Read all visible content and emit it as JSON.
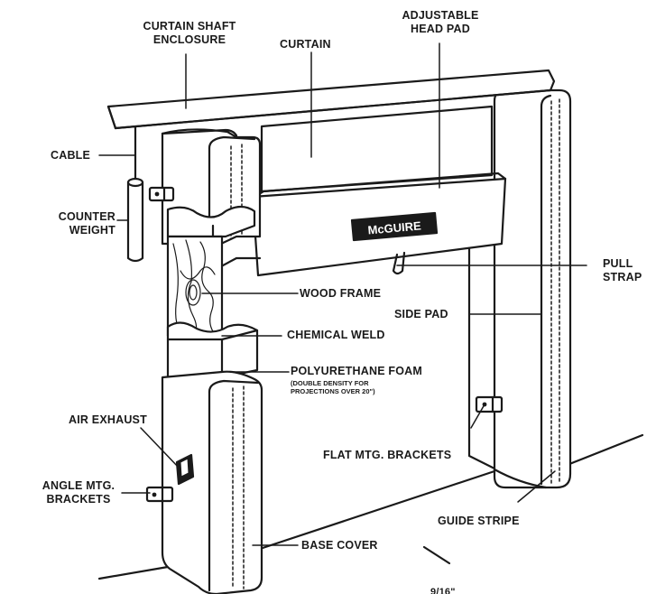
{
  "labels": {
    "curtain_shaft_enclosure": [
      "CURTAIN SHAFT",
      "ENCLOSURE"
    ],
    "curtain": "CURTAIN",
    "adjustable_head_pad": [
      "ADJUSTABLE",
      "HEAD PAD"
    ],
    "cable": "CABLE",
    "counter_weight": [
      "COUNTER",
      "WEIGHT"
    ],
    "pull_strap": [
      "PULL",
      "STRAP"
    ],
    "wood_frame": "WOOD FRAME",
    "side_pad": "SIDE PAD",
    "chemical_weld": "CHEMICAL WELD",
    "polyurethane_foam": "POLYURETHANE FOAM",
    "foam_note": [
      "(DOUBLE DENSITY FOR",
      "PROJECTIONS OVER 20\")"
    ],
    "air_exhaust": "AIR EXHAUST",
    "flat_mtg_brackets": "FLAT MTG. BRACKETS",
    "angle_mtg_brackets": [
      "ANGLE MTG.",
      "BRACKETS"
    ],
    "guide_stripe": "GUIDE STRIPE",
    "base_cover": "BASE COVER",
    "dimension": "9/16\""
  },
  "brand": {
    "logo_text": "McGUIRE"
  },
  "colors": {
    "ink": "#1a1a1a",
    "paper": "#ffffff",
    "wood": "#ffffff"
  }
}
